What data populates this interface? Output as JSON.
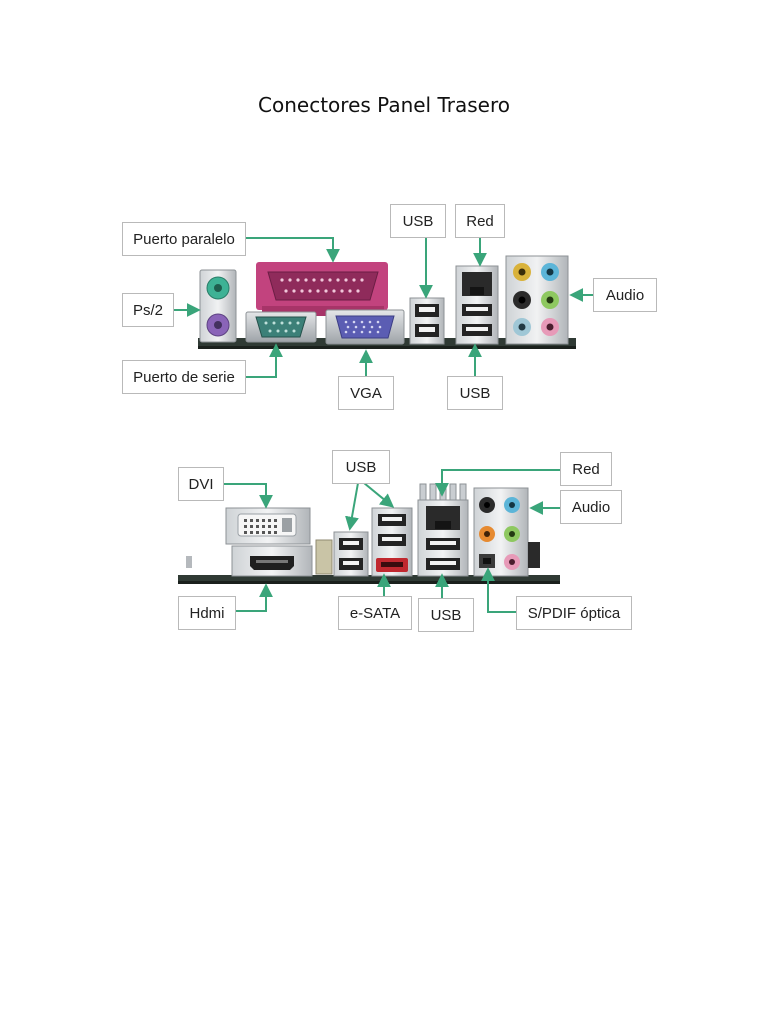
{
  "page": {
    "title": "Conectores Panel Trasero"
  },
  "panel1": {
    "labels": {
      "parallel": "Puerto paralelo",
      "ps2": "Ps/2",
      "serial": "Puerto de serie",
      "vga": "VGA",
      "usb_top": "USB",
      "red": "Red",
      "usb_bottom": "USB",
      "audio": "Audio"
    }
  },
  "panel2": {
    "labels": {
      "dvi": "DVI",
      "hdmi": "Hdmi",
      "usb_top": "USB",
      "esata": "e-SATA",
      "usb_bottom": "USB",
      "red": "Red",
      "audio": "Audio",
      "spdif": "S/PDIF óptica"
    }
  },
  "colors": {
    "arrow": "#3aa57a",
    "ps2_keyboard": "#8a64b8",
    "ps2_mouse": "#3eb295",
    "parallel": "#c2437e",
    "serial": "#3c8078",
    "vga": "#5b5db3",
    "esata": "#c0282f",
    "audio_line_in": "#5cb5d8",
    "audio_line_out": "#8ec860",
    "audio_mic": "#e79ab8",
    "audio_center": "#d9b23a",
    "audio_rear": "#2b2b2b",
    "audio_side": "#e68a30"
  }
}
